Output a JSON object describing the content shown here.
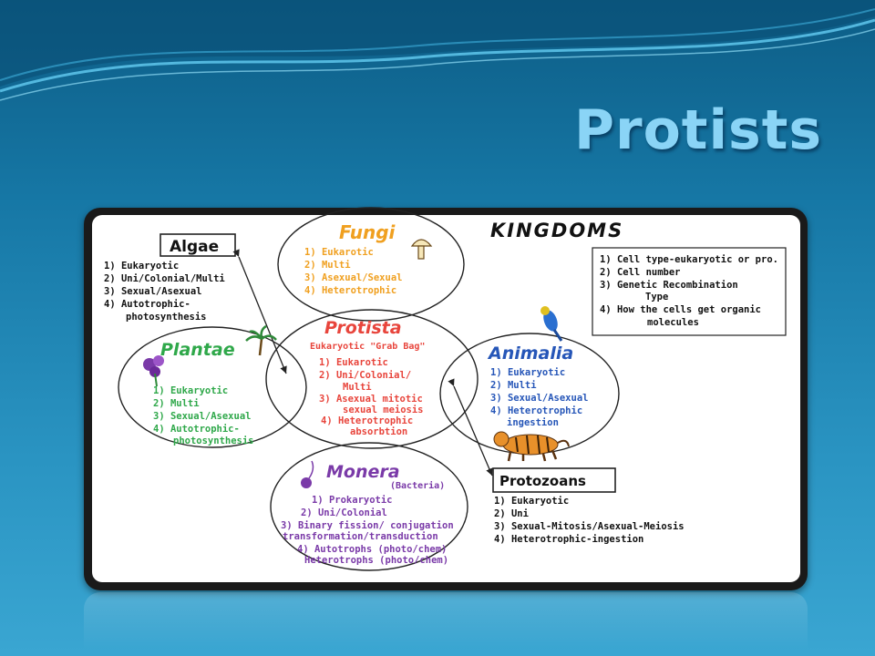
{
  "slide": {
    "title": "Protists"
  },
  "diagram": {
    "heading": "KINGDOMS",
    "criteria": {
      "lines": [
        "1) Cell type-eukaryotic or pro.",
        "2) Cell number",
        "3) Genetic Recombination",
        "Type",
        "4) How the cells get organic",
        "molecules"
      ]
    },
    "algae": {
      "title": "Algae",
      "lines": [
        "1) Eukaryotic",
        "2) Uni/Colonial/Multi",
        "3) Sexual/Asexual",
        "4) Autotrophic-",
        "photosynthesis"
      ]
    },
    "fungi": {
      "title": "Fungi",
      "lines": [
        "1) Eukarotic",
        "2) Multi",
        "3) Asexual/Sexual",
        "4) Heterotrophic"
      ]
    },
    "protista": {
      "title": "Protista",
      "subtitle": "Eukaryotic \"Grab Bag\"",
      "lines": [
        "1) Eukarotic",
        "2) Uni/Colonial/",
        "Multi",
        "3) Asexual mitotic",
        "sexual meiosis",
        "4) Heterotrophic",
        "absorbtion"
      ]
    },
    "plantae": {
      "title": "Plantae",
      "lines": [
        "1) Eukaryotic",
        "2) Multi",
        "3) Sexual/Asexual",
        "4) Autotrophic-",
        "photosynthesis"
      ]
    },
    "animalia": {
      "title": "Animalia",
      "lines": [
        "1) Eukaryotic",
        "2) Multi",
        "3) Sexual/Asexual",
        "4) Heterotrophic",
        "ingestion"
      ]
    },
    "monera": {
      "title": "Monera",
      "subtitle": "(Bacteria)",
      "lines": [
        "1) Prokaryotic",
        "2) Uni/Colonial",
        "3) Binary fission/ conjugation",
        "transformation/transduction",
        "4) Autotrophs (photo/chem)",
        "Heterotrophs (photo/chem)"
      ]
    },
    "protozoans": {
      "title": "Protozoans",
      "lines": [
        "1) Eukaryotic",
        "2) Uni",
        "3) Sexual-Mitosis/Asexual-Meiosis",
        "4) Heterotrophic-ingestion"
      ]
    },
    "colors": {
      "fungi": "#f0a020",
      "protista": "#e8453c",
      "plantae": "#2fa84a",
      "animalia": "#2656b8",
      "monera": "#7a3aa8",
      "ink": "#1a1a1a"
    }
  }
}
